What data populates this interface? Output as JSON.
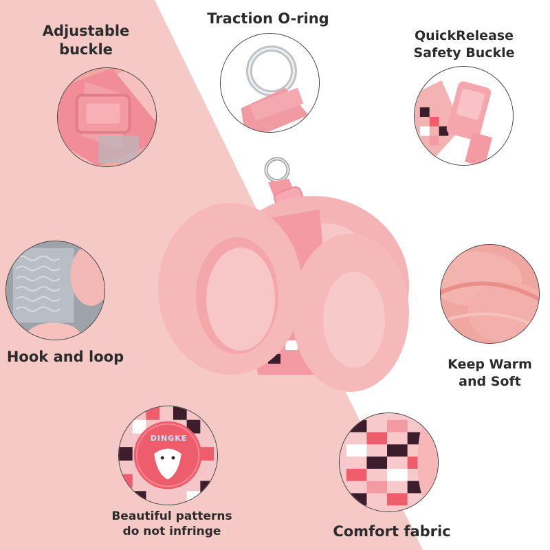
{
  "features": {
    "adjustable_buckle": {
      "line1": "Adjustable",
      "line2": "buckle"
    },
    "traction_oring": {
      "line1": "Traction O-ring"
    },
    "quick_release": {
      "line1": "QuickRelease",
      "line2": "Safety Buckle"
    },
    "hook_loop": {
      "line1": "Hook and loop"
    },
    "keep_warm": {
      "line1": "Keep Warm",
      "line2": "and Soft"
    },
    "patterns": {
      "line1": "Beautiful patterns",
      "line2": "do not infringe"
    },
    "comfort": {
      "line1": "Comfort fabric"
    }
  },
  "product": {
    "brand_patch_text": "DINGKE"
  },
  "colors": {
    "bg_pink": "#f5c9c6",
    "bg_white": "#ffffff",
    "fur_pink": "#f7b9b8",
    "strap_pink": "#f39aa3",
    "dark_maroon": "#3b1d2c",
    "coral": "#ee5d6c",
    "border": "#3a3a3a"
  }
}
